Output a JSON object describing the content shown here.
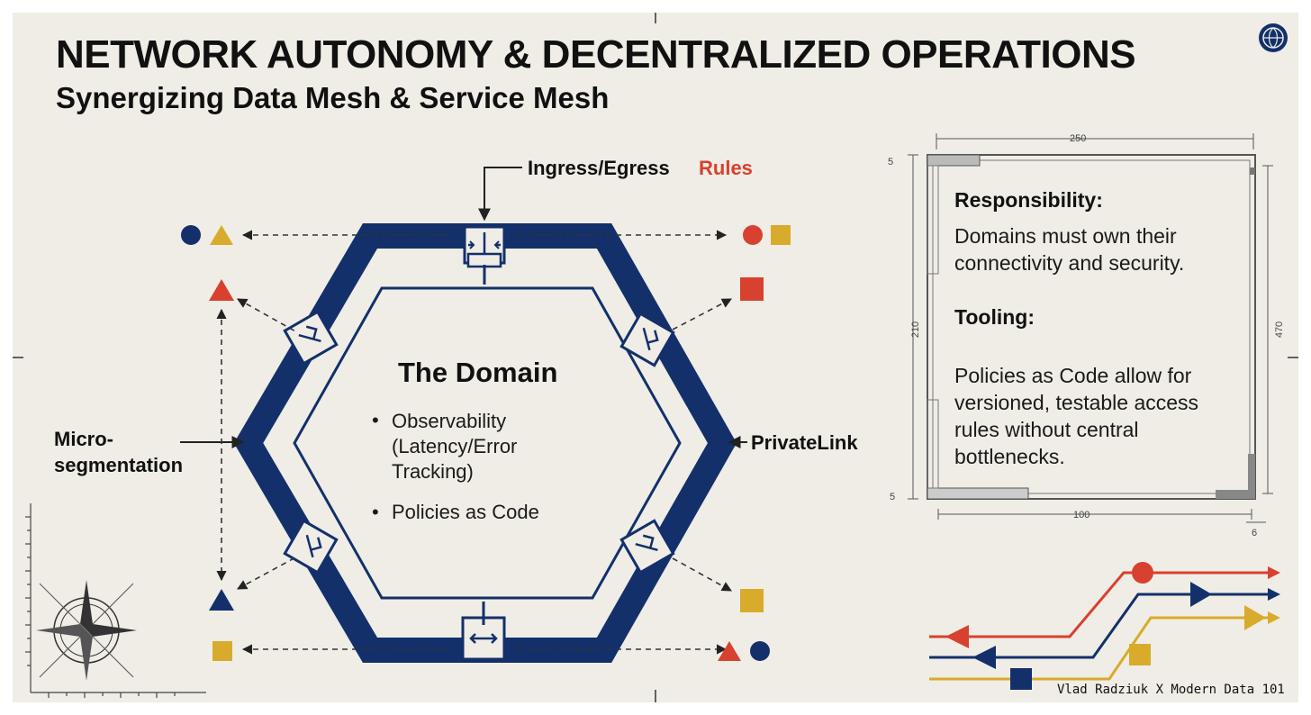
{
  "title": "NETWORK AUTONOMY & DECENTRALIZED OPERATIONS",
  "subtitle": "Synergizing Data Mesh & Service Mesh",
  "labels": {
    "ingress_prefix": "Ingress/Egress",
    "ingress_accent": "Rules",
    "micro_line1": "Micro-",
    "micro_line2": "segmentation",
    "privatelink": "PrivateLink"
  },
  "domain": {
    "title": "The Domain",
    "bullet_glyph": "•",
    "bullets": [
      "Observability\n(Latency/Error\nTracking)",
      "Policies as Code"
    ]
  },
  "panel": {
    "responsibility_heading": "Responsibility:",
    "responsibility_text": "Domains must own their\nconnectivity and security.",
    "tooling_heading": "Tooling:",
    "tooling_text": "Policies as Code allow for\nversioned, testable access\nrules without central\nbottlenecks."
  },
  "dimensions": {
    "top": "250",
    "left_small": "5",
    "left_tall": "210",
    "right_tall": "470",
    "bottom": "100",
    "bottom_left_small": "5",
    "bottom_right_small": "6"
  },
  "credit": "Vlad Radziuk X Modern Data 101",
  "icons": [
    "globe-icon",
    "compass-rose-icon",
    "gateway-icon"
  ],
  "colors": {
    "navy": "#13306b",
    "red": "#d8412f",
    "gold": "#d9ab2c",
    "background": "#efede5"
  }
}
